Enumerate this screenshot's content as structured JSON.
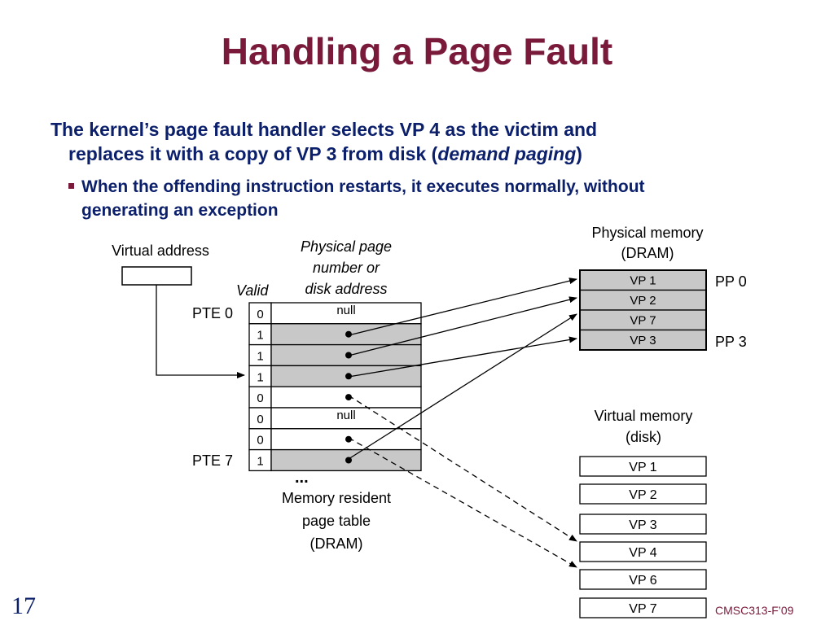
{
  "slide": {
    "title": "Handling a Page Fault",
    "bullet_main_line1": "The kernel’s page fault handler selects VP 4 as the victim and",
    "bullet_main_line2_prefix": "replaces it with a copy of VP 3 from disk (",
    "bullet_main_line2_emph": "demand paging",
    "bullet_main_line2_suffix": ")",
    "bullet_sub_line1": "When the offending instruction restarts, it executes normally, without",
    "bullet_sub_line2": "generating an exception",
    "slide_number": "17",
    "course_code": "CMSC313-F’09"
  },
  "diagram": {
    "virtual_address_label": "Virtual address",
    "ppn_header_line1": "Physical page",
    "ppn_header_line2": "number or",
    "ppn_header_line3": "disk address",
    "valid_header": "Valid",
    "pte0_label": "PTE 0",
    "pte7_label": "PTE 7",
    "page_table_caption_line1": "Memory resident",
    "page_table_caption_line2": "page table",
    "page_table_caption_line3": "(DRAM)",
    "ellipsis": "...",
    "page_table_rows": [
      {
        "valid": "0",
        "entry": "null"
      },
      {
        "valid": "1",
        "entry": ""
      },
      {
        "valid": "1",
        "entry": ""
      },
      {
        "valid": "1",
        "entry": ""
      },
      {
        "valid": "0",
        "entry": ""
      },
      {
        "valid": "0",
        "entry": "null"
      },
      {
        "valid": "0",
        "entry": ""
      },
      {
        "valid": "1",
        "entry": ""
      }
    ],
    "physical_memory_title_line1": "Physical memory",
    "physical_memory_title_line2": "(DRAM)",
    "physical_memory_pages": [
      "VP 1",
      "VP 2",
      "VP 7",
      "VP 3"
    ],
    "pp0_label": "PP 0",
    "pp3_label": "PP 3",
    "virtual_memory_title_line1": "Virtual memory",
    "virtual_memory_title_line2": "(disk)",
    "disk_pages": [
      "VP 1",
      "VP 2",
      "VP 3",
      "VP 4",
      "VP 6",
      "VP 7"
    ]
  },
  "colors": {
    "title": "#7a1a3a",
    "text": "#0b1f6b",
    "resident_fill": "#c8c8c8"
  }
}
